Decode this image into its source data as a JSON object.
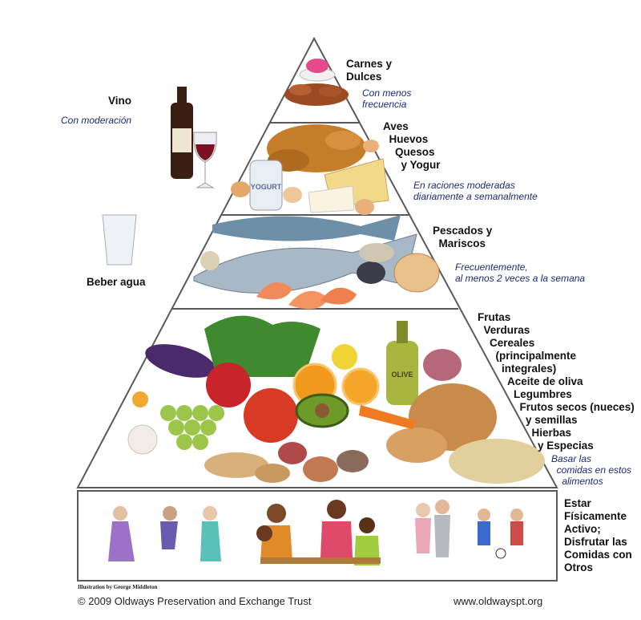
{
  "tiers": {
    "meats_sweets": {
      "label": "Carnes y\nDulces",
      "note": "Con menos\nfrecuencia"
    },
    "poultry_dairy": {
      "label": "Aves\n  Huevos\n    Quesos\n      y Yogur",
      "note": "En raciones moderadas\ndiariamente a semanalmente"
    },
    "fish": {
      "label": "Pescados y\n  Mariscos",
      "note": "Frecuentemente,\nal menos 2 veces a la semana"
    },
    "plants": {
      "label": "Frutas\n  Verduras\n    Cereales\n      (principalmente\n        integrales)\n          Aceite de oliva\n            Legumbres\n              Frutos secos (nueces)\n                y semillas\n                  Hierbas\n                    y Especias",
      "note": "Basar las\n  comidas en estos\n    alimentos"
    },
    "activity": {
      "label": "Estar\nFísicamente\nActivo;\nDisfrutar las\nComidas con\nOtros"
    }
  },
  "side": {
    "wine": {
      "label": "Vino",
      "note": "Con moderación"
    },
    "water": {
      "label": "Beber agua"
    },
    "yogurt_jar_text": "YOGURT",
    "oil_bottle_text": "OLIVE"
  },
  "credits": {
    "illustration": "Illustration by George Middleton",
    "copyright": "© 2009 Oldways Preservation and Exchange Trust",
    "website": "www.oldwayspt.org"
  },
  "colors": {
    "outline": "#5a5a5a",
    "tier_fill": "#ffffff",
    "note_text": "#1c2a78",
    "wine": "#7b1020",
    "bread": "#c98b4c",
    "fish": "#8aa3b8",
    "shrimp": "#f08a5a",
    "greens": "#3f8a2e",
    "orange": "#f29a1e",
    "tomato": "#d93a24",
    "grape": "#9cc54a",
    "eggplant": "#4a2a6a",
    "cheese": "#f2d98a",
    "chicken": "#c67d2a"
  }
}
